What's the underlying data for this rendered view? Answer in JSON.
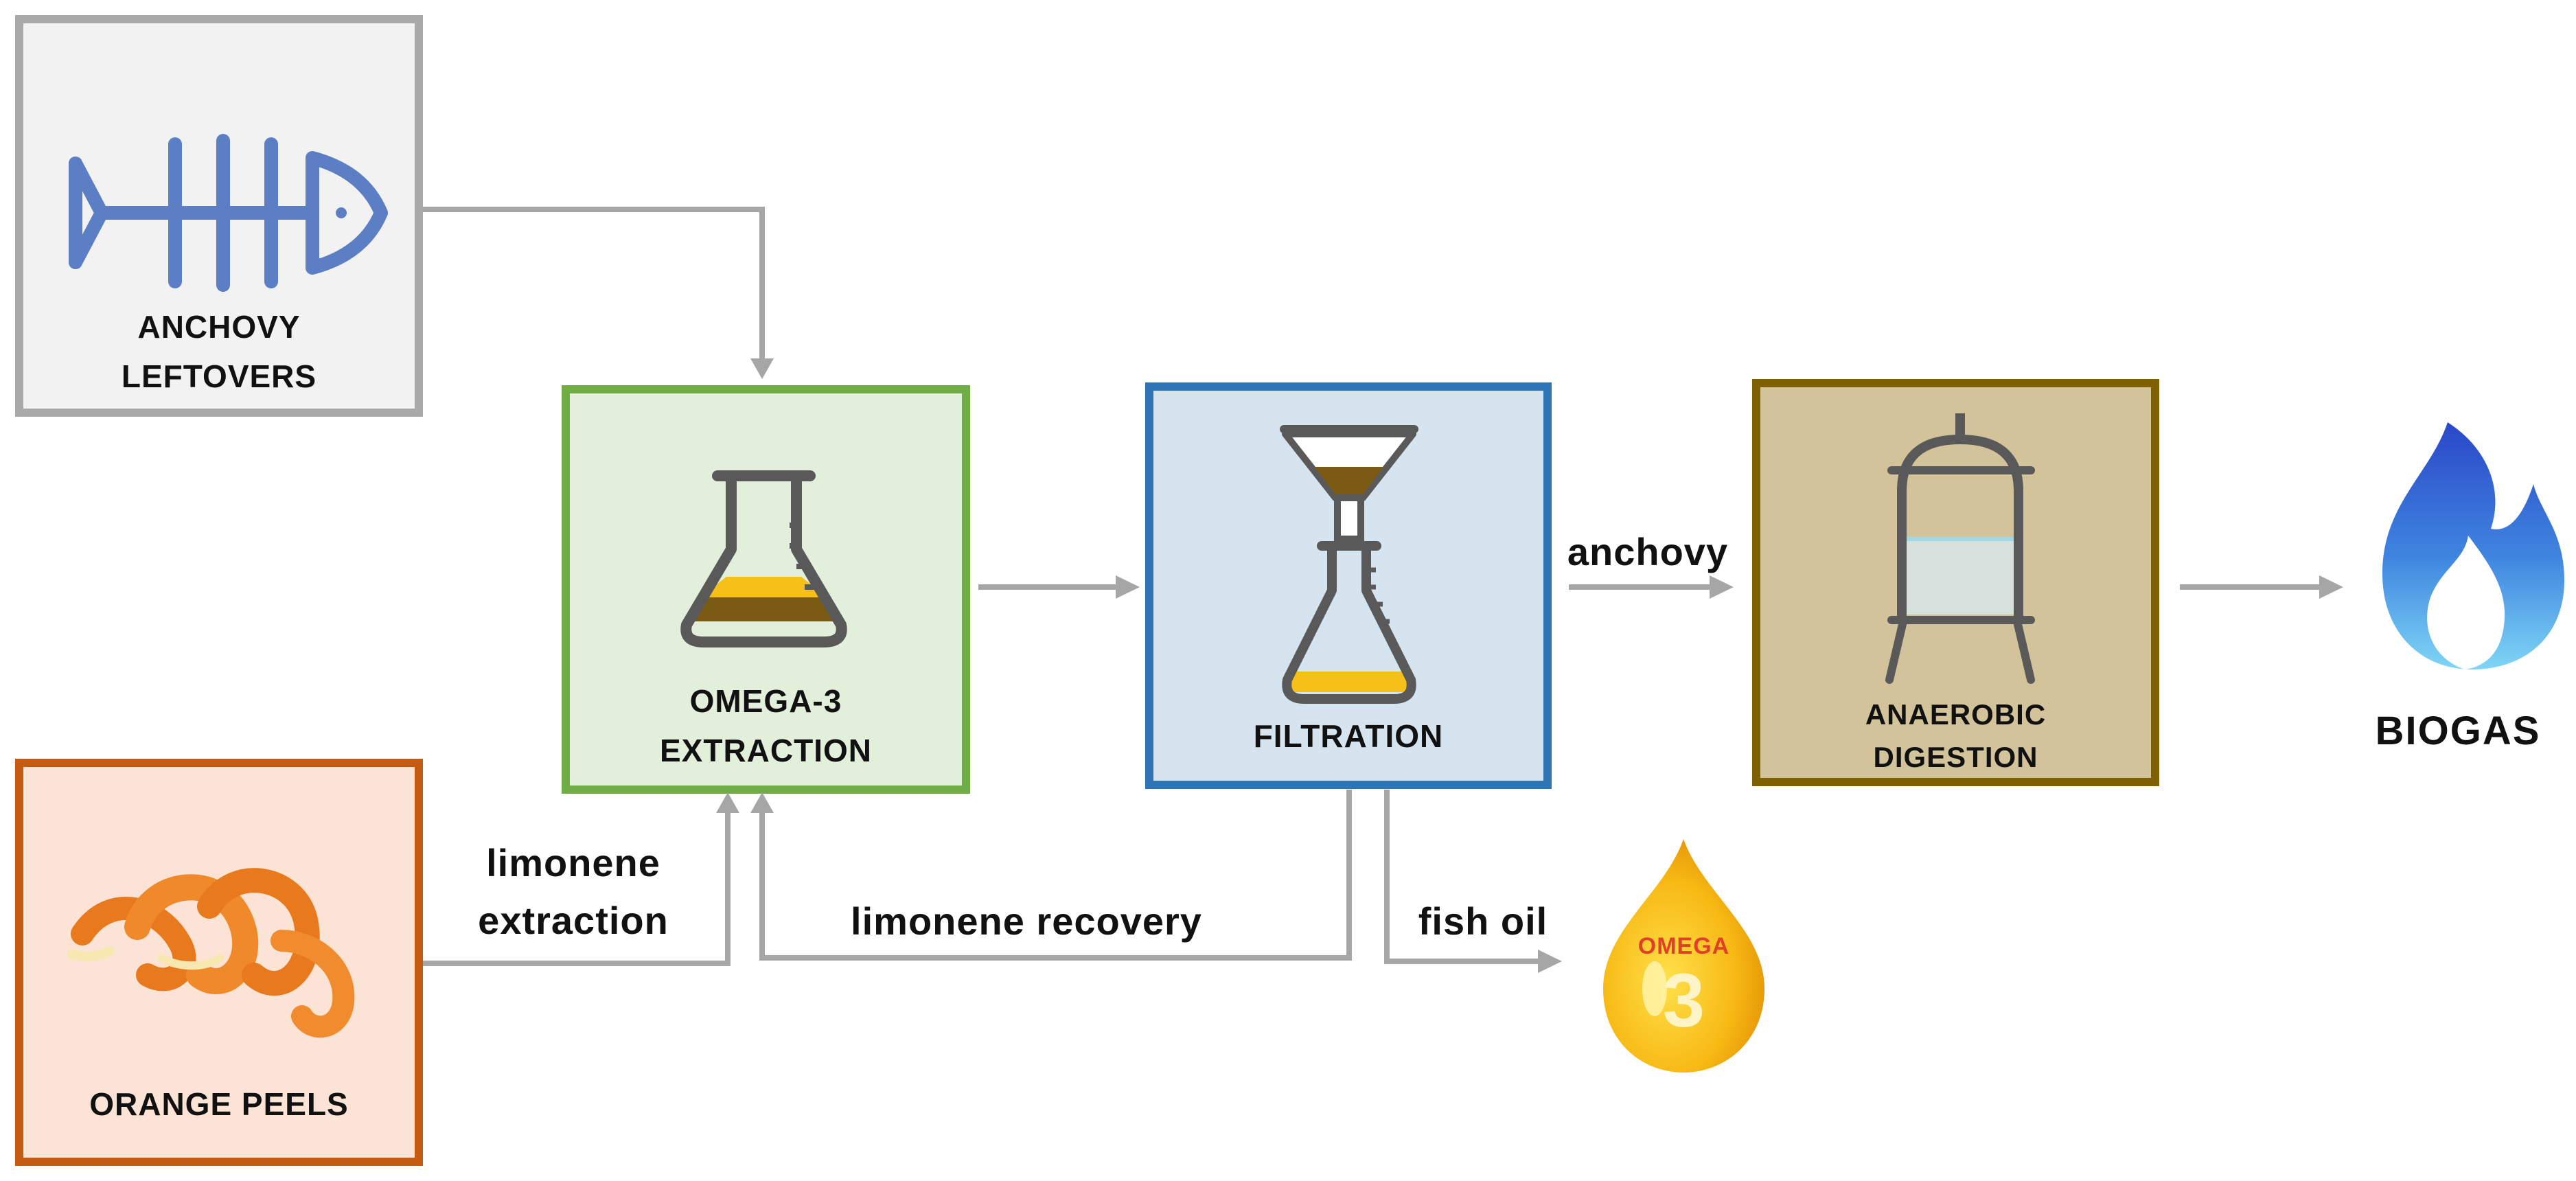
{
  "nodes": {
    "anchovy": {
      "label_line1": "ANCHOVY",
      "label_line2": "LEFTOVERS",
      "icon": "fish-skeleton-icon"
    },
    "orange": {
      "label": "ORANGE PEELS",
      "icon": "orange-peel-icon"
    },
    "omega_extraction": {
      "label_line1": "OMEGA-3",
      "label_line2": "EXTRACTION",
      "icon": "erlenmeyer-flask-icon"
    },
    "filtration": {
      "label": "FILTRATION",
      "icon": "filter-funnel-flask-icon"
    },
    "anaerobic_digestion": {
      "label_line1": "ANAEROBIC",
      "label_line2": "DIGESTION",
      "icon": "digester-tank-icon"
    },
    "biogas": {
      "label": "BIOGAS",
      "icon": "flame-icon"
    },
    "omega3_product": {
      "badge_text": "OMEGA",
      "badge_number": "3",
      "icon": "oil-drop-icon"
    }
  },
  "edges": {
    "limonene_extraction_line1": "limonene",
    "limonene_extraction_line2": "extraction",
    "limonene_recovery": "limonene recovery",
    "anchovy": "anchovy",
    "fish_oil": "fish oil"
  },
  "colors": {
    "arrow": "#a6a6a6",
    "anchovy_border": "#a9a9a9",
    "orange_border": "#c55a11",
    "omega_border": "#70ad47",
    "filtration_border": "#2e75b6",
    "digestion_border": "#7f6000",
    "fish_icon": "#5b7ec4",
    "oil_yellow": "#f5c018",
    "oil_brown": "#7b5a14"
  }
}
